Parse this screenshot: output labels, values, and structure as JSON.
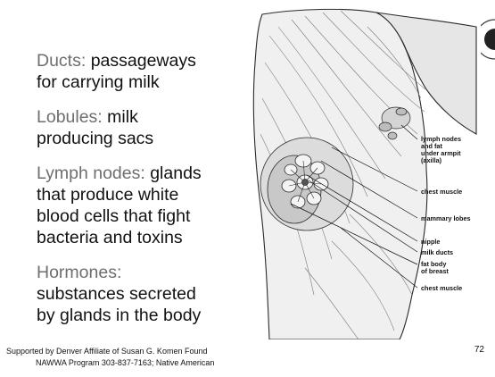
{
  "terms": [
    {
      "term": "Ducts:",
      "line1": "passageways",
      "line2": "for carrying milk"
    },
    {
      "term": "Lobules:",
      "line1": "milk",
      "line2": "producing sacs"
    },
    {
      "term": "Lymph nodes:",
      "line1": "glands",
      "line2": "that produce white",
      "line3": "blood cells that fight",
      "line4": "bacteria and toxins"
    },
    {
      "term": "Hormones:",
      "line2": "substances secreted",
      "line3": "by glands in the body"
    }
  ],
  "diagram": {
    "labels": {
      "lymph1": "lymph nodes",
      "lymph2": "and fat",
      "lymph3": "under armpit",
      "lymph4": "(axilla)",
      "chest_muscle": "chest muscle",
      "mammary_lobes": "mammary lobes",
      "nipple": "nipple",
      "milk_ducts": "milk ducts",
      "fat1": "fat body",
      "fat2": "of breast",
      "chest_muscle_2": "chest muscle"
    }
  },
  "footer": {
    "line1": "Supported by Denver Affiliate of Susan G. Komen Found",
    "line2": "NAWWA Program 303-837-7163; Native American"
  },
  "page_number": "72",
  "colors": {
    "term_key": "#6e6e6e",
    "text": "#111111",
    "background": "#ffffff"
  }
}
